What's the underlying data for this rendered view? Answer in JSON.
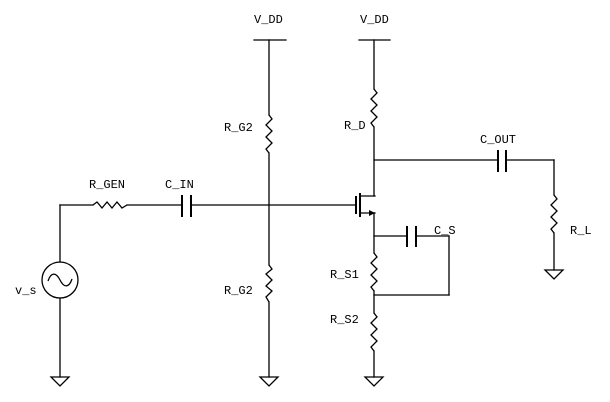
{
  "diagram": {
    "type": "circuit-schematic",
    "title": "MOSFET common-source amplifier",
    "line_color": "#000000",
    "background": "#ffffff",
    "labels": {
      "vdd_left": "V_DD",
      "vdd_right": "V_DD",
      "r_g2_top": "R_G2",
      "r_g2_bottom": "R_G2",
      "r_d": "R_D",
      "r_gen": "R_GEN",
      "c_in": "C_IN",
      "c_out": "C_OUT",
      "c_s": "C_S",
      "r_l": "R_L",
      "r_s1": "R_S1",
      "r_s2": "R_S2",
      "v_s": "v_s"
    },
    "components": [
      {
        "id": "v_s",
        "kind": "ac-voltage-source"
      },
      {
        "id": "R_GEN",
        "kind": "resistor"
      },
      {
        "id": "C_IN",
        "kind": "capacitor"
      },
      {
        "id": "R_G2_top",
        "kind": "resistor"
      },
      {
        "id": "R_G2_bottom",
        "kind": "resistor"
      },
      {
        "id": "R_D",
        "kind": "resistor"
      },
      {
        "id": "M1",
        "kind": "n-channel-mosfet"
      },
      {
        "id": "C_OUT",
        "kind": "capacitor"
      },
      {
        "id": "R_L",
        "kind": "resistor"
      },
      {
        "id": "C_S",
        "kind": "capacitor"
      },
      {
        "id": "R_S1",
        "kind": "resistor"
      },
      {
        "id": "R_S2",
        "kind": "resistor"
      }
    ],
    "ground_count": 4,
    "supply_count": 2
  }
}
